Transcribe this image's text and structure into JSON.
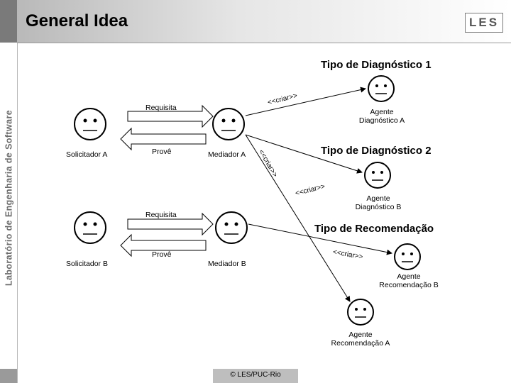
{
  "header": {
    "title": "General Idea",
    "logo_text": "LES"
  },
  "sidebar": {
    "text": "Laboratório de Engenharia de Software"
  },
  "footer": {
    "text": "© LES/PUC-Rio"
  },
  "sections": {
    "diag1": "Tipo de Diagnóstico 1",
    "diag2": "Tipo de Diagnóstico 2",
    "recom": "Tipo de Recomendação"
  },
  "actors": {
    "solicitador_a": "Solicitador A",
    "solicitador_b": "Solicitador B",
    "mediador_a": "Mediador A",
    "mediador_b": "Mediador B",
    "agente_diag_a": [
      "Agente",
      "Diagnóstico A"
    ],
    "agente_diag_b": [
      "Agente",
      "Diagnóstico B"
    ],
    "agente_rec_a": [
      "Agente",
      "Recomendação A"
    ],
    "agente_rec_b": [
      "Agente",
      "Recomendação B"
    ]
  },
  "arrows": {
    "requisita_top": "Requisita",
    "prove_top": "Provê",
    "requisita_bottom": "Requisita",
    "prove_bottom": "Provê"
  },
  "stereotypes": {
    "criar_1": "<<criar>>",
    "criar_2": "<<criar>>",
    "criar_3": "<<criar>>",
    "criar_4": "<<criar>>"
  }
}
